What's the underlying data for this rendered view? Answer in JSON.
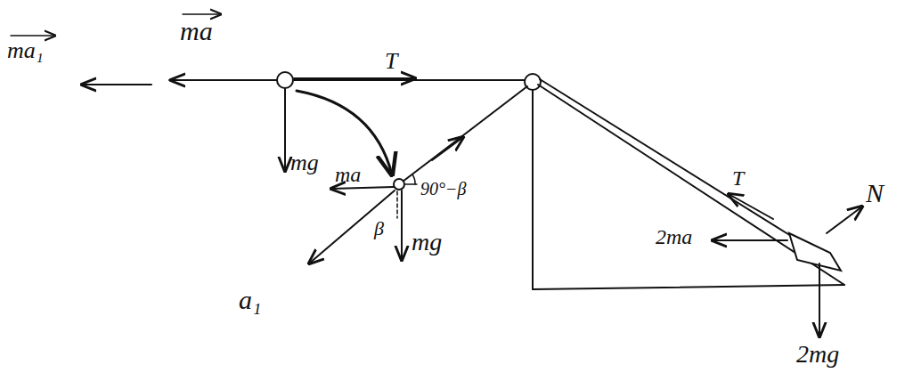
{
  "diagram": {
    "labels": [
      "ma₁",
      "ma",
      "T",
      "mg",
      "ma",
      "90°−β",
      "β",
      "mg",
      "a₁",
      "T",
      "2ma",
      "N",
      "2mg"
    ]
  }
}
